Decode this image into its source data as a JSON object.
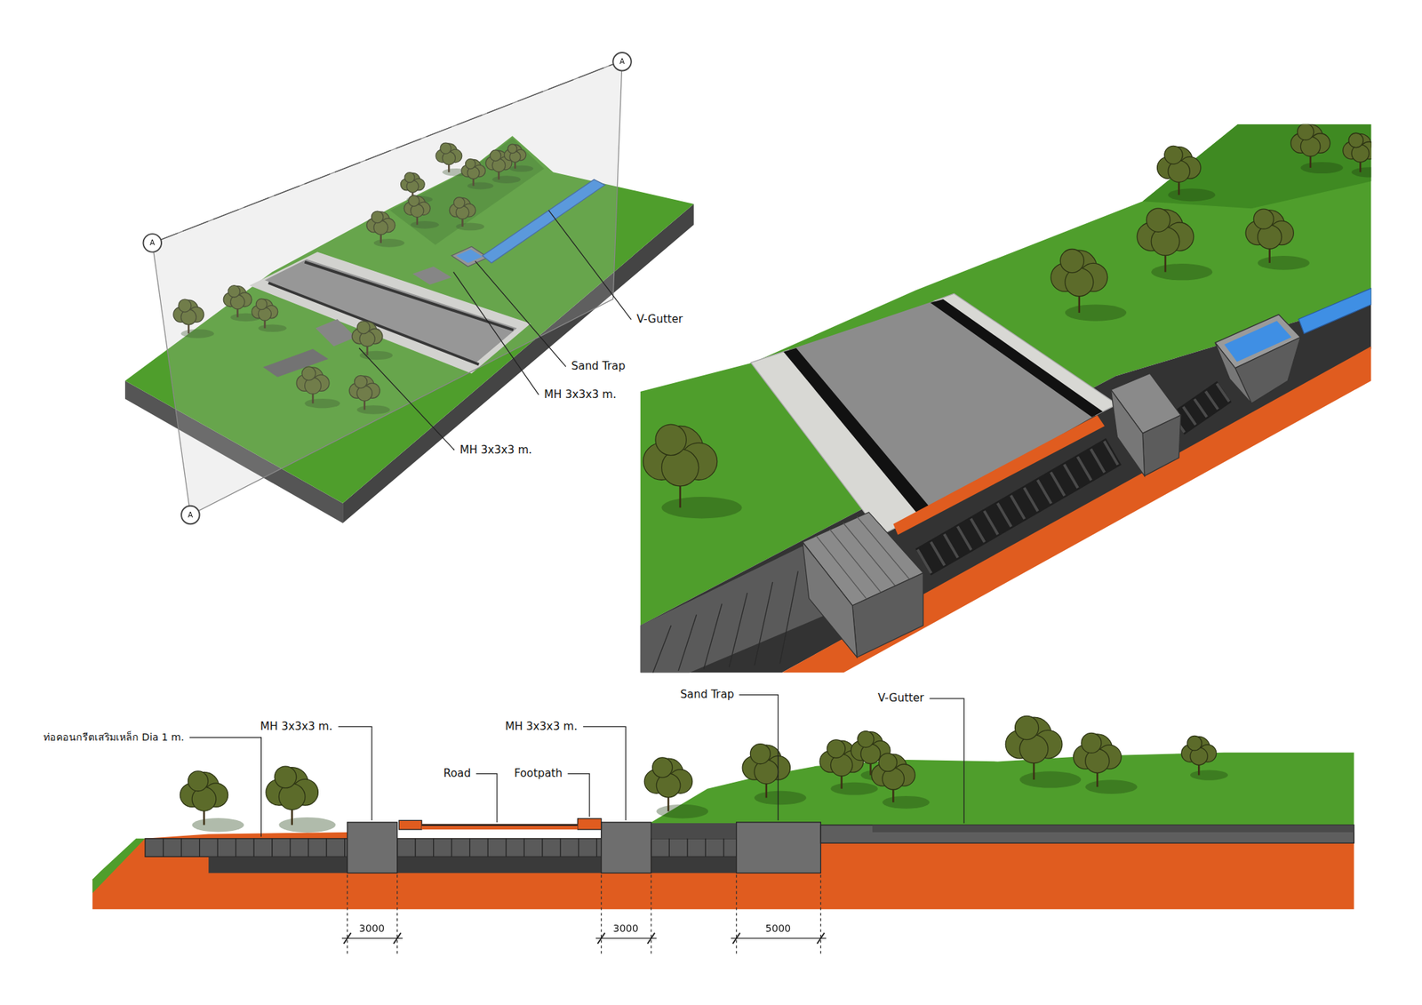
{
  "diagram": {
    "labels": [
      "A",
      "A",
      "V-Gutter",
      "Sand Trap",
      "MH 3x3x3 m.",
      "MH 3x3x3 m.",
      "A",
      "Sand Trap",
      "V-Gutter",
      "MH 3x3x3 m.",
      "MH 3x3x3 m.",
      "ท่อคอนกรีตเสริมเหล็ก Dia 1 m.",
      "Road",
      "Footpath",
      "3000",
      "3000",
      "5000"
    ]
  }
}
